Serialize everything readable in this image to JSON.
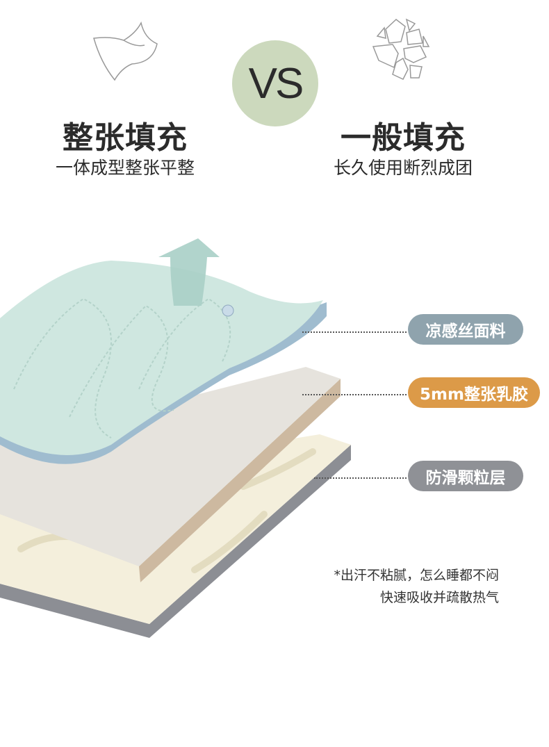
{
  "left": {
    "icon": "whole-sheet-icon",
    "title": "整张填充",
    "subtitle": "一体成型整张平整"
  },
  "vs_label": "VS",
  "right": {
    "icon": "broken-pieces-icon",
    "title": "一般填充",
    "subtitle": "长久使用断烈成团"
  },
  "layers": [
    {
      "label": "凉感丝面料",
      "color": "#8fa3ad"
    },
    {
      "label": "5mm整张乳胶",
      "color": "#dc9a48"
    },
    {
      "label": "防滑颗粒层",
      "color": "#8f9196"
    }
  ],
  "notes": [
    "*出汗不粘腻，怎么睡都不闷",
    "快速吸收并疏散热气"
  ]
}
